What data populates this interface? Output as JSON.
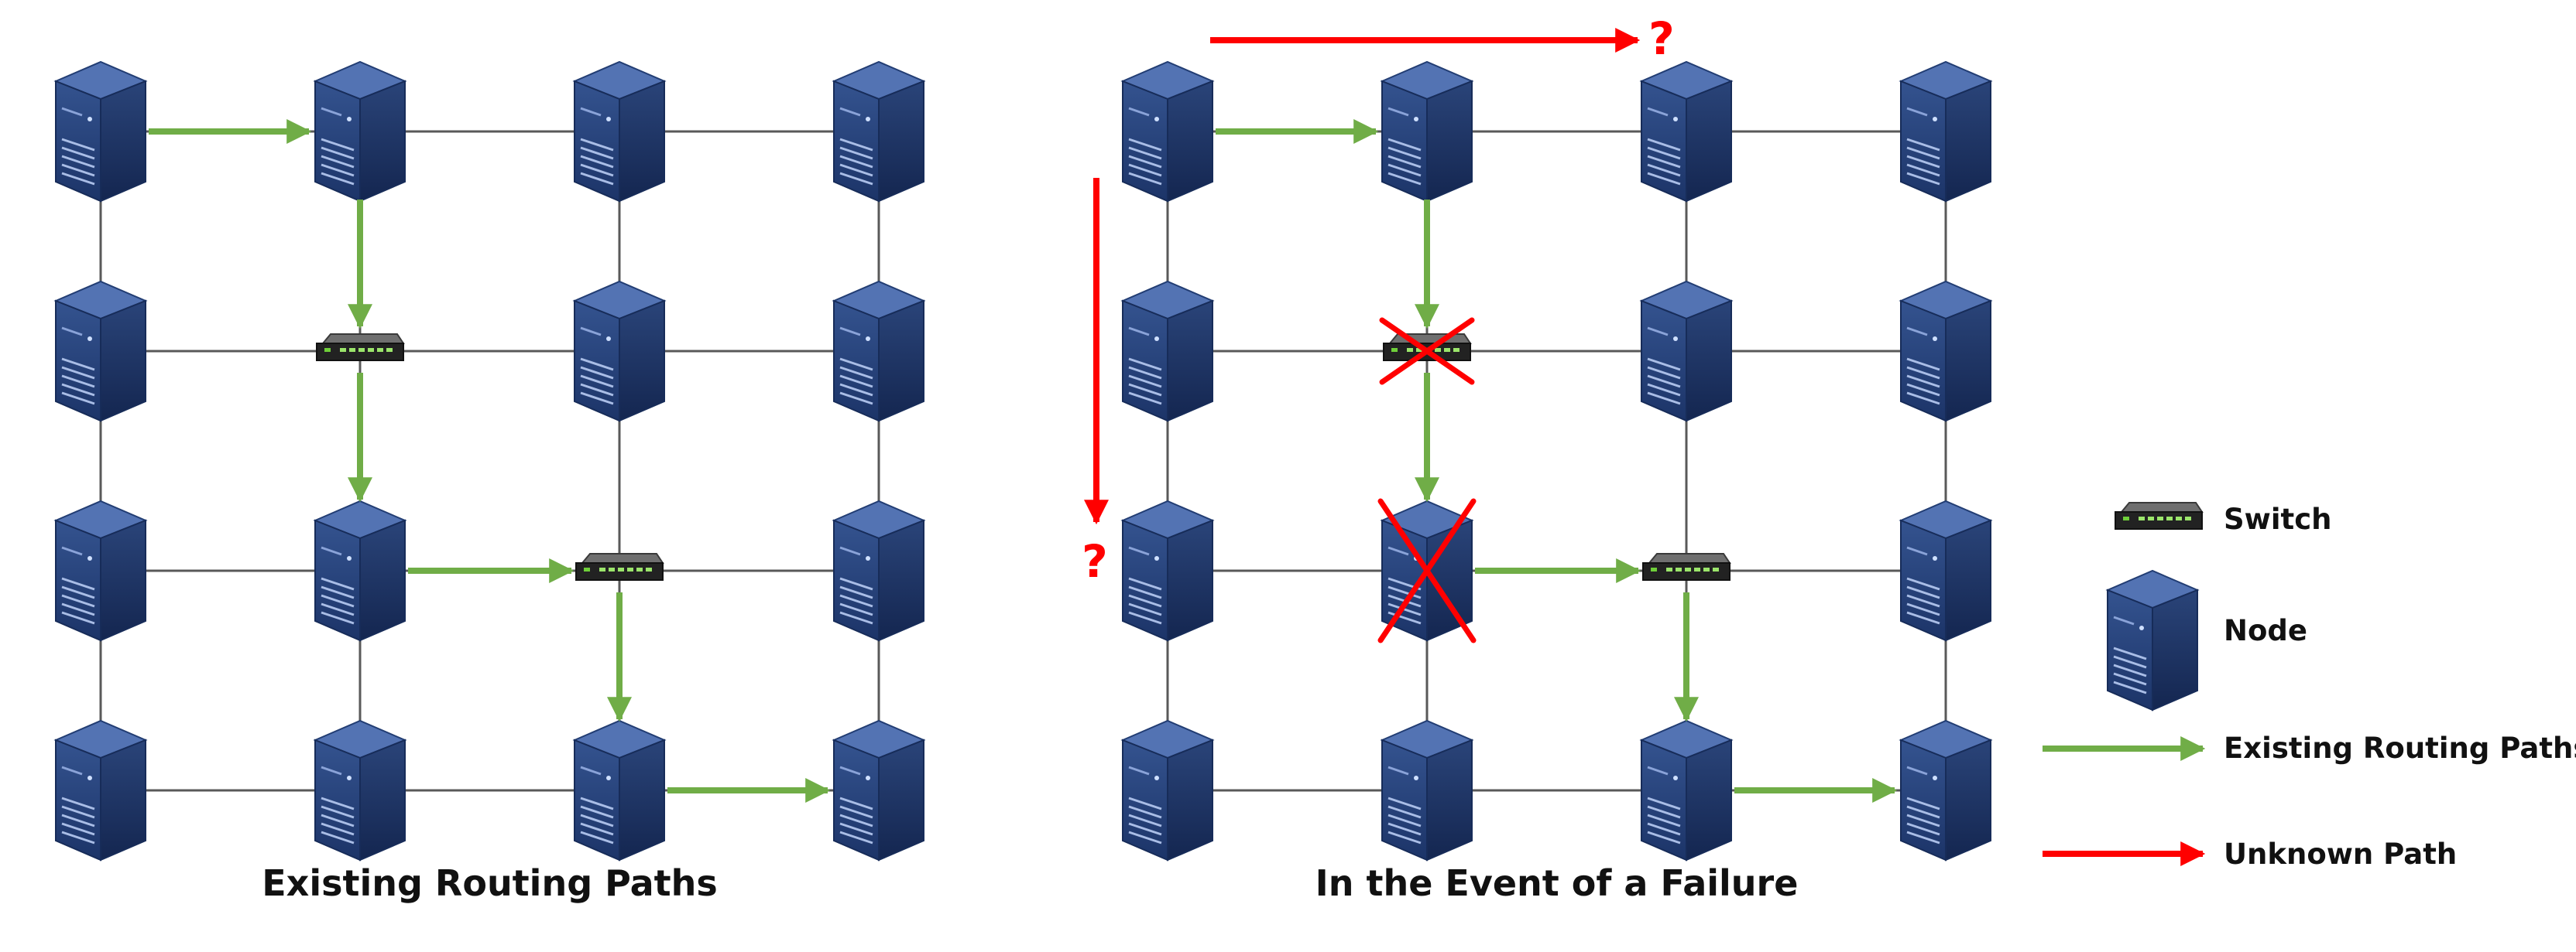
{
  "diagrams": [
    {
      "id": "existing",
      "title": "Existing Routing Paths",
      "switches": [
        [
          1,
          1
        ],
        [
          2,
          2
        ]
      ],
      "failed": [],
      "green_paths": [
        [
          [
            0,
            0
          ],
          [
            1,
            0
          ]
        ],
        [
          [
            1,
            0
          ],
          [
            1,
            1
          ]
        ],
        [
          [
            1,
            1
          ],
          [
            1,
            2
          ]
        ],
        [
          [
            1,
            2
          ],
          [
            2,
            2
          ]
        ],
        [
          [
            2,
            2
          ],
          [
            2,
            3
          ]
        ],
        [
          [
            2,
            3
          ],
          [
            3,
            3
          ]
        ]
      ],
      "unknown_paths": []
    },
    {
      "id": "failure",
      "title": "In the Event of a Failure",
      "switches": [
        [
          1,
          1
        ],
        [
          2,
          2
        ]
      ],
      "failed": [
        [
          1,
          1
        ],
        [
          1,
          2
        ]
      ],
      "green_paths": [
        [
          [
            0,
            0
          ],
          [
            1,
            0
          ]
        ],
        [
          [
            1,
            0
          ],
          [
            1,
            1
          ]
        ],
        [
          [
            1,
            1
          ],
          [
            1,
            2
          ]
        ],
        [
          [
            1,
            2
          ],
          [
            2,
            2
          ]
        ],
        [
          [
            2,
            2
          ],
          [
            2,
            3
          ]
        ],
        [
          [
            2,
            3
          ],
          [
            3,
            3
          ]
        ]
      ],
      "unknown_paths": [
        {
          "direction": "right",
          "mark": "?"
        },
        {
          "direction": "down",
          "mark": "?"
        }
      ]
    }
  ],
  "legend": {
    "switch": "Switch",
    "node": "Node",
    "existing": "Existing Routing Paths",
    "unknown": "Unknown Path"
  },
  "colors": {
    "green": "#70ad47",
    "red": "#ff0000",
    "node_dark": "#1f3b73",
    "node_light": "#3e5f9f",
    "grid_line": "#595959"
  }
}
